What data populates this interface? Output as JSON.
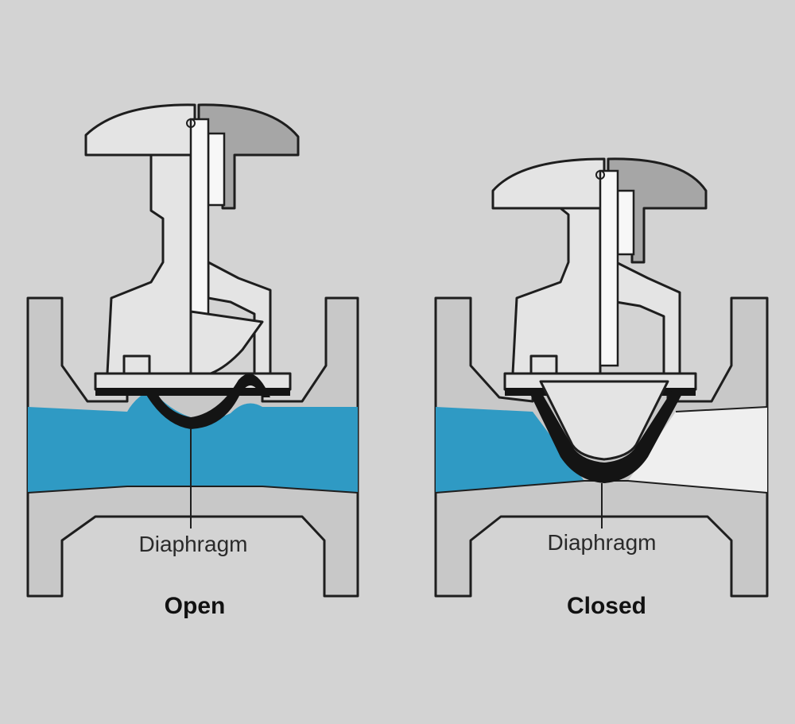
{
  "valves": [
    {
      "state": "open",
      "part_label": "Diaphragm",
      "caption": "Open"
    },
    {
      "state": "closed",
      "part_label": "Diaphragm",
      "caption": "Closed"
    }
  ],
  "colors": {
    "background": "#d3d3d3",
    "valve_body": "#c8c8c8",
    "bonnet": "#e4e4e4",
    "handwheel_shadow": "#a6a6a6",
    "fluid": "#2f9ac4",
    "diaphragm": "#141414"
  }
}
